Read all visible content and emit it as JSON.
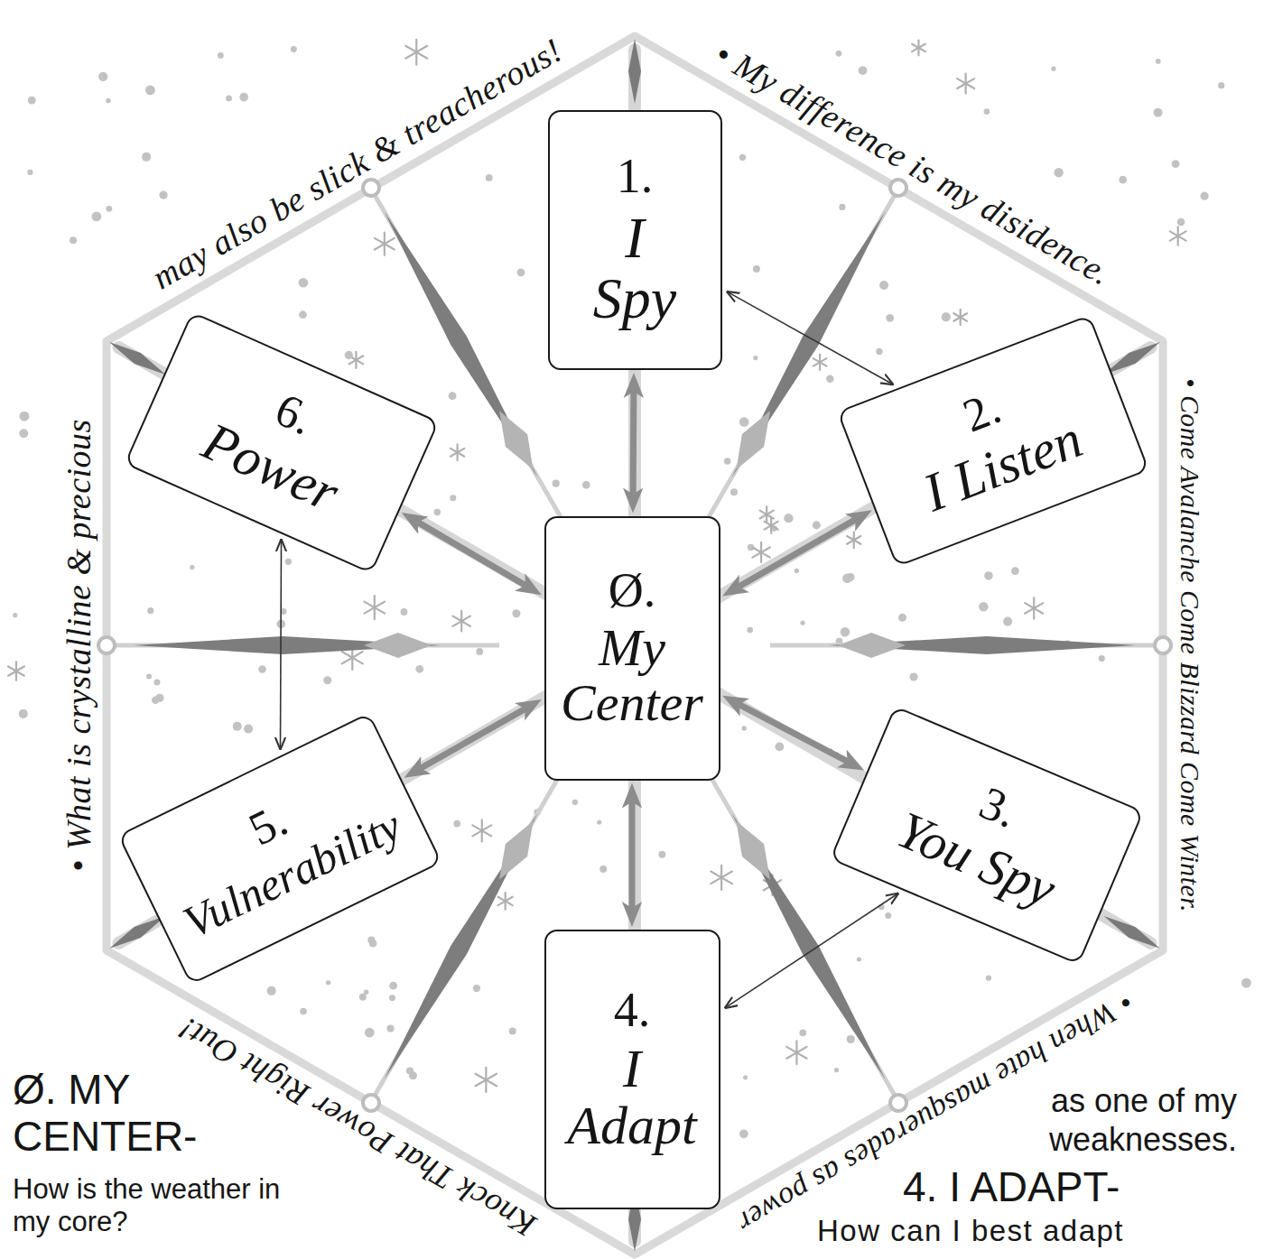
{
  "diagram": {
    "nodes": [
      {
        "text": [
          "1.",
          "I Spy"
        ]
      },
      {
        "text": [
          "6.",
          "Power"
        ]
      },
      {
        "text": [
          "2.",
          "I Listen"
        ]
      },
      {
        "text": [
          "Ø.",
          "My Center"
        ]
      },
      {
        "text": [
          "5.",
          "Vulnerability"
        ]
      },
      {
        "text": [
          "3.",
          "You Spy"
        ]
      },
      {
        "text": [
          "4.",
          "I Adapt"
        ]
      }
    ],
    "edges": [
      {
        "from": 0,
        "to": 2,
        "arrow": "both"
      },
      {
        "from": 1,
        "to": 4,
        "arrow": "both"
      },
      {
        "from": 6,
        "to": 5,
        "arrow": "both"
      },
      {
        "from": 3,
        "to": 0,
        "arrow": "both"
      },
      {
        "from": 3,
        "to": 2,
        "arrow": "both"
      },
      {
        "from": 3,
        "to": 5,
        "arrow": "both"
      },
      {
        "from": 3,
        "to": 6,
        "arrow": "both"
      },
      {
        "from": 3,
        "to": 4,
        "arrow": "both"
      },
      {
        "from": 3,
        "to": 1,
        "arrow": "both"
      }
    ],
    "labels": [
      "• What is crystalline & precious",
      "may also be slick & treacherous!",
      "• My difference is my disidence.",
      "• Come Avalanche Come Blizzard Come Winter.",
      "• When hate masquerades as power",
      "Knock That Power Right Out!",
      "Ø. MY CENTER-",
      "How is the weather in my core?",
      "as one of my weaknesses.",
      "4. I ADAPT-",
      "How can I best adapt"
    ]
  }
}
